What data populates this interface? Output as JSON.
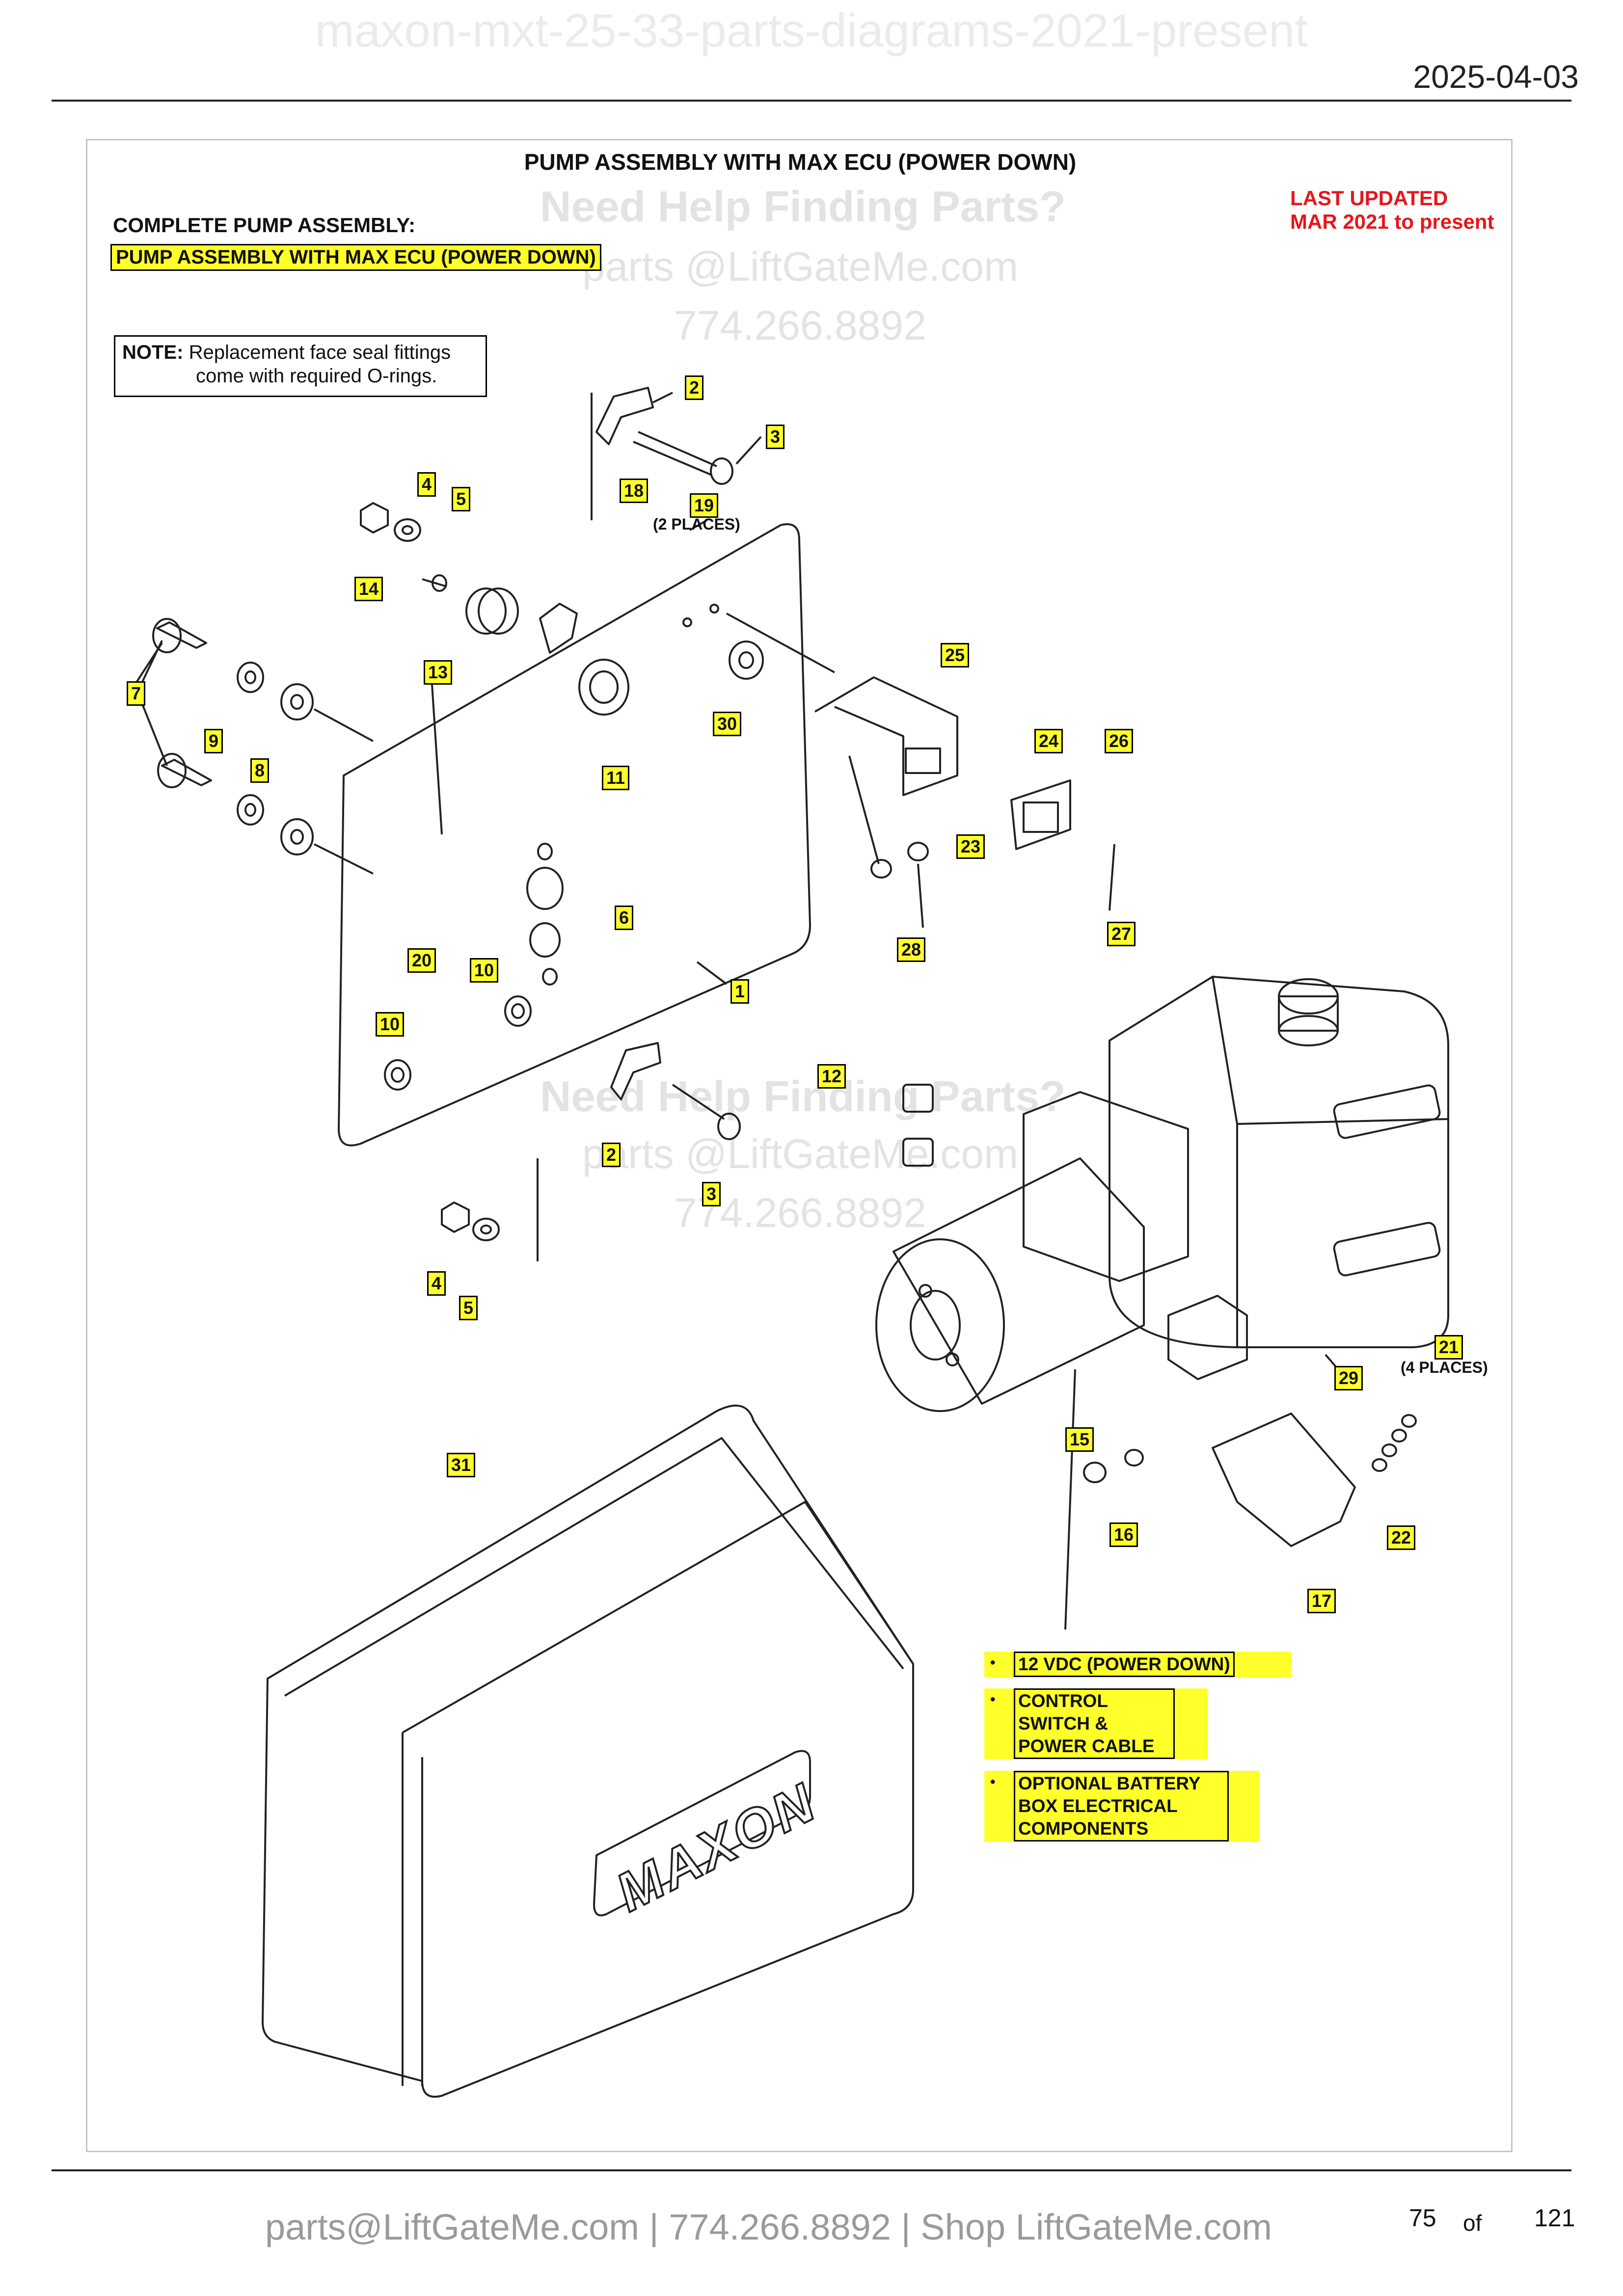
{
  "header": {
    "doc_title": "maxon-mxt-25-33-parts-diagrams-2021-present",
    "date": "2025-04-03"
  },
  "watermark": {
    "heading": "Need Help Finding Parts?",
    "email": "parts @LiftGateMe.com",
    "phone": "774.266.8892"
  },
  "diagram": {
    "title": "PUMP ASSEMBLY WITH MAX ECU (POWER DOWN)",
    "complete_label": "COMPLETE PUMP ASSEMBLY:",
    "complete_value": "PUMP ASSEMBLY WITH MAX ECU (POWER DOWN)",
    "last_updated_line1": "LAST UPDATED",
    "last_updated_line2": "MAR 2021 to present",
    "note_label": "NOTE:",
    "note_line1": "Replacement face seal fittings",
    "note_line2": "come with required O-rings.",
    "places_2": "(2 PLACES)",
    "places_4": "(4 PLACES)",
    "cover_logo": "MAXON",
    "callouts": [
      "1",
      "2",
      "3",
      "4",
      "5",
      "6",
      "7",
      "8",
      "9",
      "10",
      "11",
      "12",
      "13",
      "14",
      "15",
      "16",
      "17",
      "18",
      "19",
      "20",
      "21",
      "22",
      "23",
      "24",
      "25",
      "26",
      "27",
      "28",
      "29",
      "30",
      "31",
      "2",
      "3",
      "4",
      "5",
      "10"
    ],
    "legend": [
      {
        "lines": [
          "12 VDC (POWER DOWN)"
        ]
      },
      {
        "lines": [
          "CONTROL",
          "SWITCH &",
          "POWER CABLE"
        ]
      },
      {
        "lines": [
          "OPTIONAL BATTERY",
          "BOX ELECTRICAL",
          "COMPONENTS"
        ]
      }
    ],
    "bullet": "•"
  },
  "footer": {
    "contact": "parts@LiftGateMe.com | 774.266.8892 | Shop LiftGateMe.com",
    "page_current": "75",
    "page_of": "of",
    "page_total": "121"
  }
}
